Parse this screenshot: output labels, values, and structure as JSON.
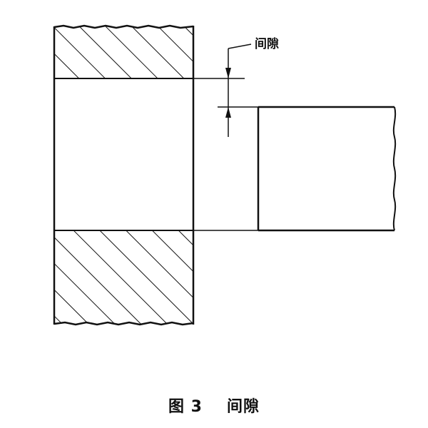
{
  "figure": {
    "callout_label": "间隙",
    "caption_number": "图 3",
    "caption_title": "间隙"
  },
  "colors": {
    "line": "#111111",
    "background": "#ffffff"
  }
}
